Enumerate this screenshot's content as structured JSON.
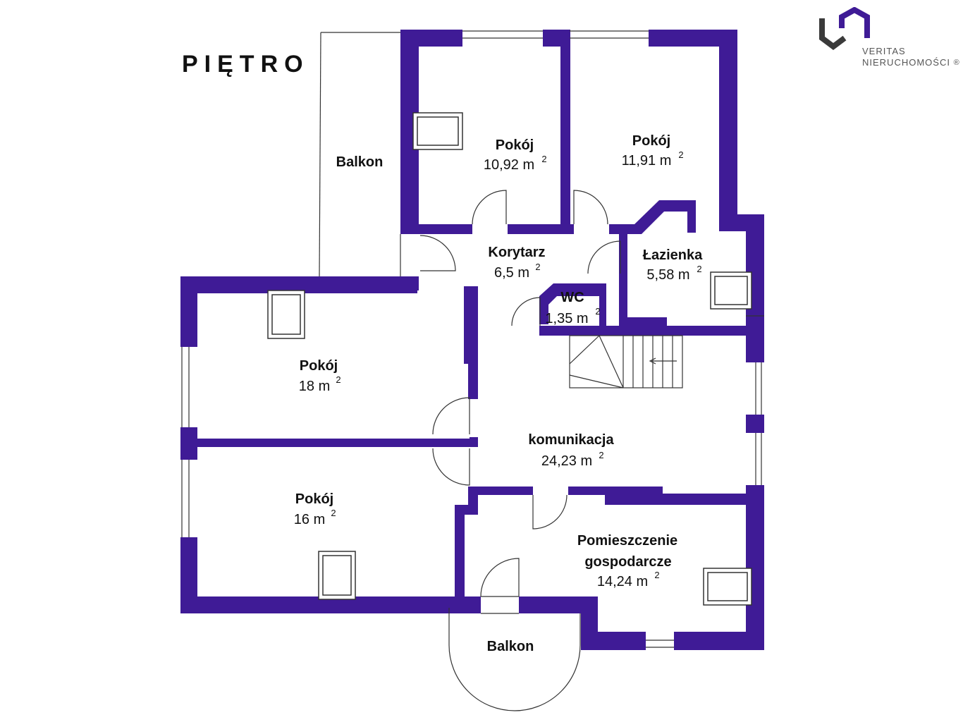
{
  "floor_title": "PIĘTRO",
  "brand": {
    "line1": "VERITAS",
    "line2": "NIERUCHOMOŚCI",
    "mark": "®",
    "logo_icon": "veritas-logo-icon"
  },
  "colors": {
    "wall": "#3f1b96",
    "line": "#333333",
    "background": "#ffffff"
  },
  "rooms": {
    "pokoj_1": {
      "name": "Pokój",
      "area": "10,92 m",
      "sup": "2"
    },
    "pokoj_2": {
      "name": "Pokój",
      "area": "11,91 m",
      "sup": "2"
    },
    "balkon_top": {
      "name": "Balkon"
    },
    "korytarz": {
      "name": "Korytarz",
      "area": "6,5 m",
      "sup": "2"
    },
    "lazienka": {
      "name": "Łazienka",
      "area": "5,58 m",
      "sup": "2"
    },
    "wc": {
      "name": "WC",
      "area": "1,35 m",
      "sup": "2"
    },
    "pokoj_3": {
      "name": "Pokój",
      "area": "18 m",
      "sup": "2"
    },
    "komunikacja": {
      "name": "komunikacja",
      "area": "24,23 m",
      "sup": "2"
    },
    "pokoj_4": {
      "name": "Pokój",
      "area": "16 m",
      "sup": "2"
    },
    "gospodarcze": {
      "name_line1": "Pomieszczenie",
      "name_line2": "gospodarcze",
      "area": "14,24 m",
      "sup": "2"
    },
    "balkon_bottom": {
      "name": "Balkon"
    }
  }
}
